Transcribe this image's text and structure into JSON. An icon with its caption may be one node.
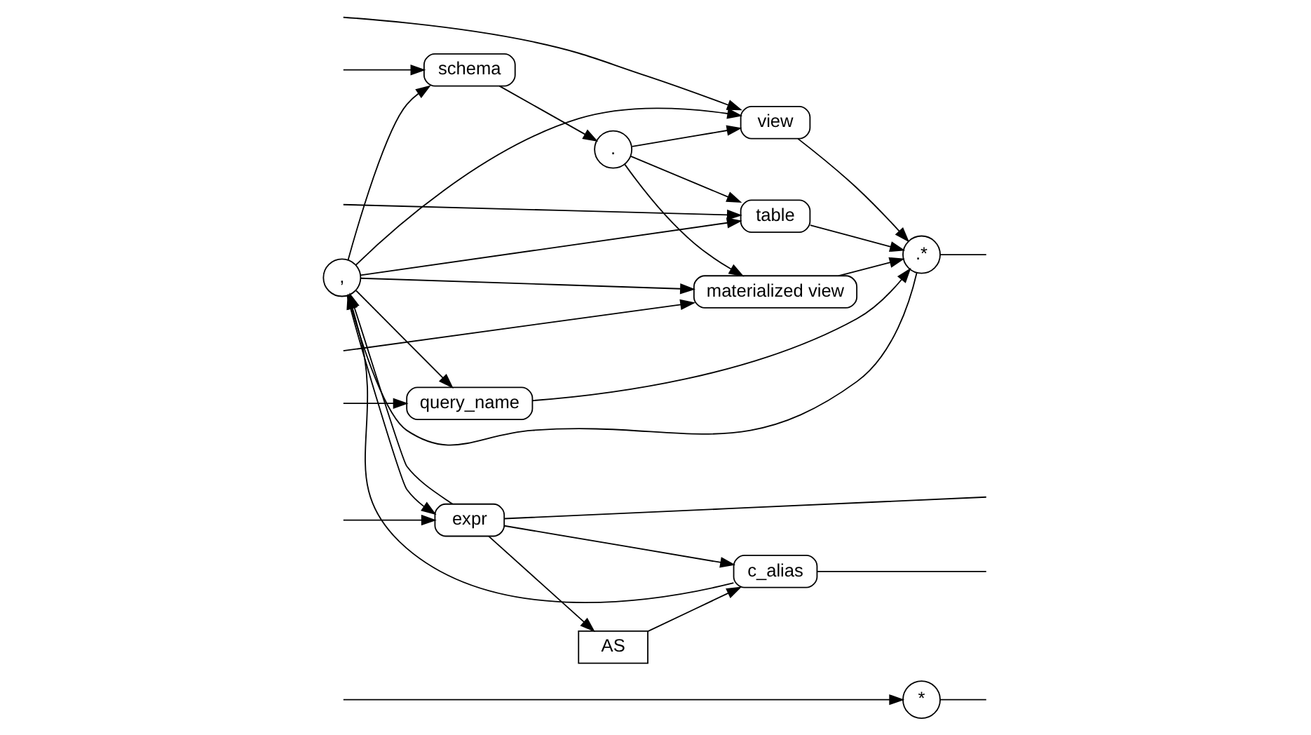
{
  "diagram": {
    "nodes": [
      {
        "text": [
          "*"
        ]
      },
      {
        "text": [
          ","
        ]
      },
      {
        "text": [
          "query_name"
        ]
      },
      {
        "text": [
          "schema"
        ]
      },
      {
        "text": [
          "."
        ]
      },
      {
        "text": [
          "table"
        ]
      },
      {
        "text": [
          "view"
        ]
      },
      {
        "text": [
          "materialized view"
        ]
      },
      {
        "text": [
          ".*"
        ]
      },
      {
        "text": [
          "expr"
        ]
      },
      {
        "text": [
          "AS"
        ]
      },
      {
        "text": [
          "c_alias"
        ]
      }
    ],
    "edges": [
      {
        "from": null,
        "to": 0,
        "arrow": "to"
      },
      {
        "from": null,
        "to": 2,
        "arrow": "to"
      },
      {
        "from": null,
        "to": 3,
        "arrow": "to"
      },
      {
        "from": null,
        "to": 5,
        "arrow": "to"
      },
      {
        "from": null,
        "to": 6,
        "arrow": "to"
      },
      {
        "from": null,
        "to": 7,
        "arrow": "to"
      },
      {
        "from": 0,
        "to": null,
        "arrow": "none"
      },
      {
        "from": 9,
        "to": null,
        "arrow": "none"
      },
      {
        "from": null,
        "to": 9,
        "arrow": "to"
      },
      {
        "from": 2,
        "to": 8,
        "arrow": "to"
      },
      {
        "from": 3,
        "to": 4,
        "arrow": "to"
      },
      {
        "from": 4,
        "to": 5,
        "arrow": "to"
      },
      {
        "from": 4,
        "to": 6,
        "arrow": "to"
      },
      {
        "from": 4,
        "to": 7,
        "arrow": "to"
      },
      {
        "from": 5,
        "to": 8,
        "arrow": "to"
      },
      {
        "from": 6,
        "to": 8,
        "arrow": "to"
      },
      {
        "from": 7,
        "to": 8,
        "arrow": "to"
      },
      {
        "from": 8,
        "to": null,
        "arrow": "none"
      },
      {
        "from": 8,
        "to": 1,
        "arrow": "to"
      },
      {
        "from": 9,
        "to": 10,
        "arrow": "to"
      },
      {
        "from": 9,
        "to": 11,
        "arrow": "to"
      },
      {
        "from": 10,
        "to": 11,
        "arrow": "to"
      },
      {
        "from": 11,
        "to": null,
        "arrow": "none"
      },
      {
        "from": 9,
        "to": 1,
        "arrow": "to"
      },
      {
        "from": 11,
        "to": 1,
        "arrow": "to"
      },
      {
        "from": 1,
        "to": 2,
        "arrow": "to"
      },
      {
        "from": 1,
        "to": 3,
        "arrow": "to"
      },
      {
        "from": 1,
        "to": 5,
        "arrow": "to"
      },
      {
        "from": 1,
        "to": 6,
        "arrow": "to"
      },
      {
        "from": 1,
        "to": 7,
        "arrow": "to"
      },
      {
        "from": 1,
        "to": 9,
        "arrow": "to"
      }
    ]
  }
}
